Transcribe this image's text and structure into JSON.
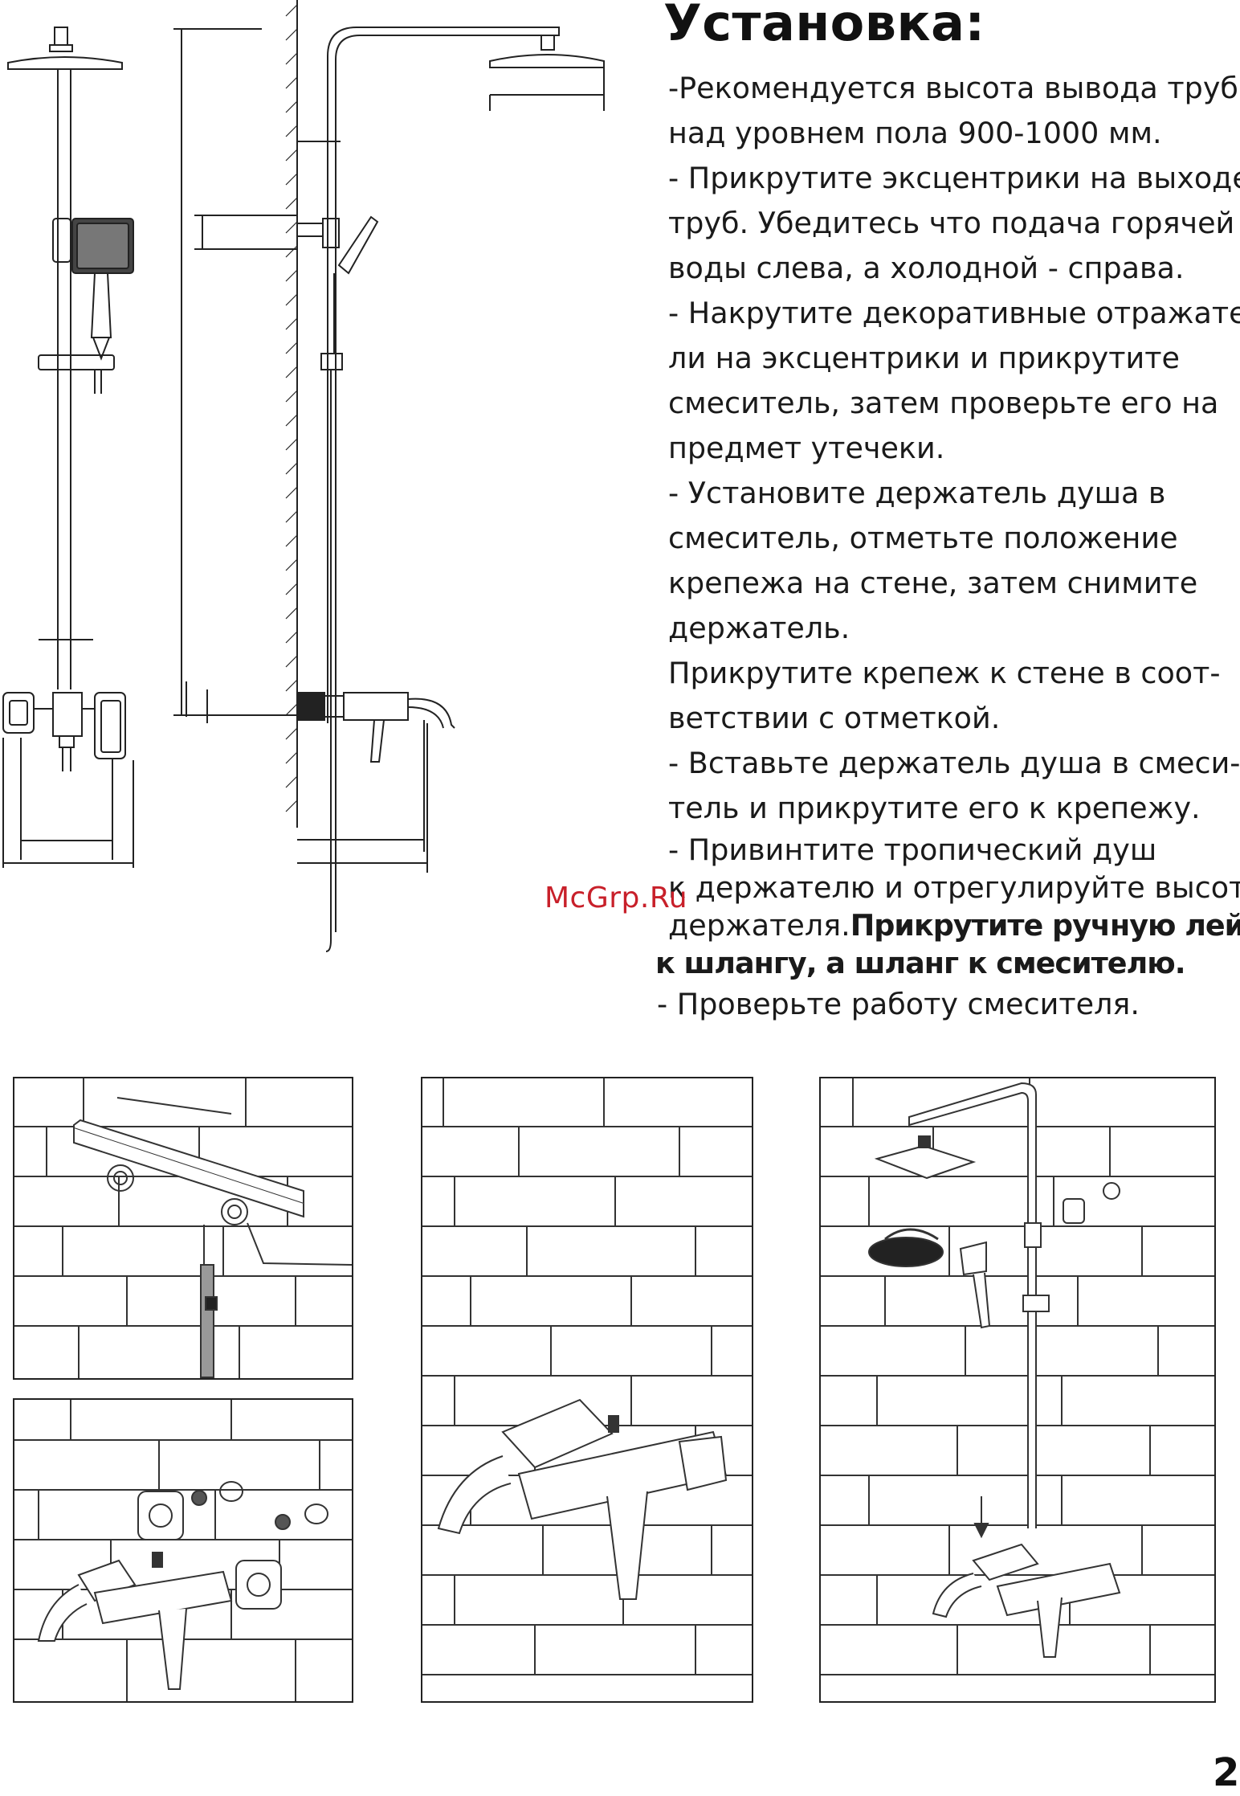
{
  "title": "Установка:",
  "instructions": [
    "-Рекомендуется высота вывода труб",
    "над уровнем пола 900-1000 мм.",
    "- Прикрутите эксцентрики на выходе",
    "труб. Убедитесь что подача горячей",
    "воды слева, а холодной - справа.",
    "- Накрутите декоративные отражате-",
    "ли на эксцентрики и прикрутите",
    "смеситель, затем проверьте его на",
    "предмет утечеки.",
    "- Установите держатель душа в",
    "смеситель, отметьте положение",
    "крепежа на стене, затем снимите",
    "держатель.",
    "Прикрутите крепеж к стене в соот-",
    "ветствии с отметкой.",
    "- Вставьте держатель душа в смеси-",
    "тель и прикрутите его к крепежу.",
    "- Привинтите тропический душ",
    "к держателю и отрегулируйте высоту",
    "держателя.",
    "Прикрутите ручную лейку",
    "к шлангу, а шланг к смесителю.",
    "- Проверьте работу смесителя."
  ],
  "watermark": "McGrp.Ru",
  "page_number": "2",
  "icons": {
    "front_view": "shower-column-front-drawing",
    "side_view": "shower-column-side-drawing",
    "step1": "eccentrics-level-install-illustration",
    "step2": "reflectors-mixer-install-illustration",
    "step3": "mixer-mounted-illustration",
    "step4": "shower-column-assembly-illustration"
  }
}
